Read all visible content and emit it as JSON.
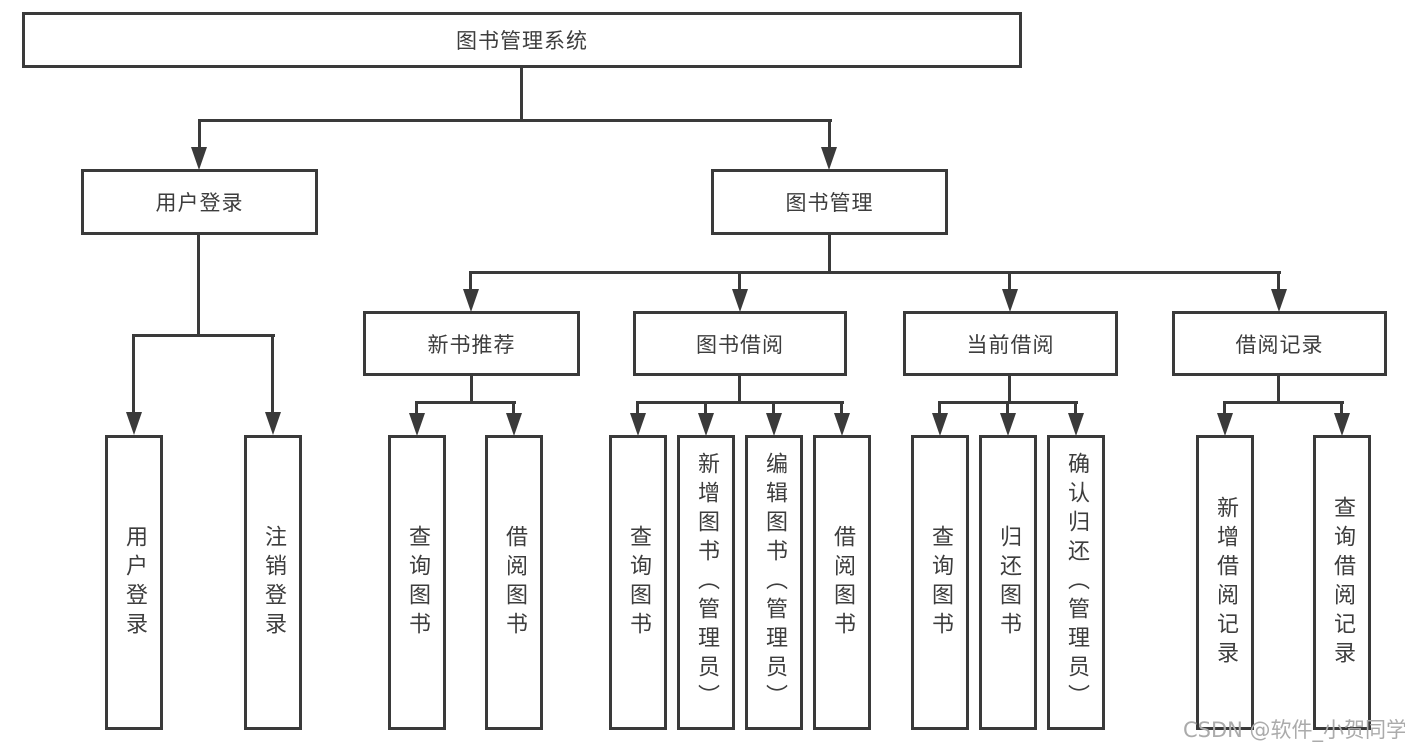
{
  "root": {
    "label": "图书管理系统"
  },
  "level1": [
    {
      "label": "用户登录"
    },
    {
      "label": "图书管理"
    }
  ],
  "level2": [
    {
      "label": "新书推荐"
    },
    {
      "label": "图书借阅"
    },
    {
      "label": "当前借阅"
    },
    {
      "label": "借阅记录"
    }
  ],
  "leaves": {
    "login": [
      "用户登录",
      "注销登录"
    ],
    "recommend": [
      "查询图书",
      "借阅图书"
    ],
    "borrow": [
      "查询图书",
      "新增图书（管理员）",
      "编辑图书（管理员）",
      "借阅图书"
    ],
    "current": [
      "查询图书",
      "归还图书",
      "确认归还（管理员）"
    ],
    "record": [
      "新增借阅记录",
      "查询借阅记录"
    ]
  },
  "watermark": {
    "text": "CSDN @软件_小贺同学"
  },
  "colors": {
    "line": "#3a3a3a",
    "text": "#3d3d3d",
    "watermark_text": "#ababab",
    "background": "#ffffff"
  }
}
